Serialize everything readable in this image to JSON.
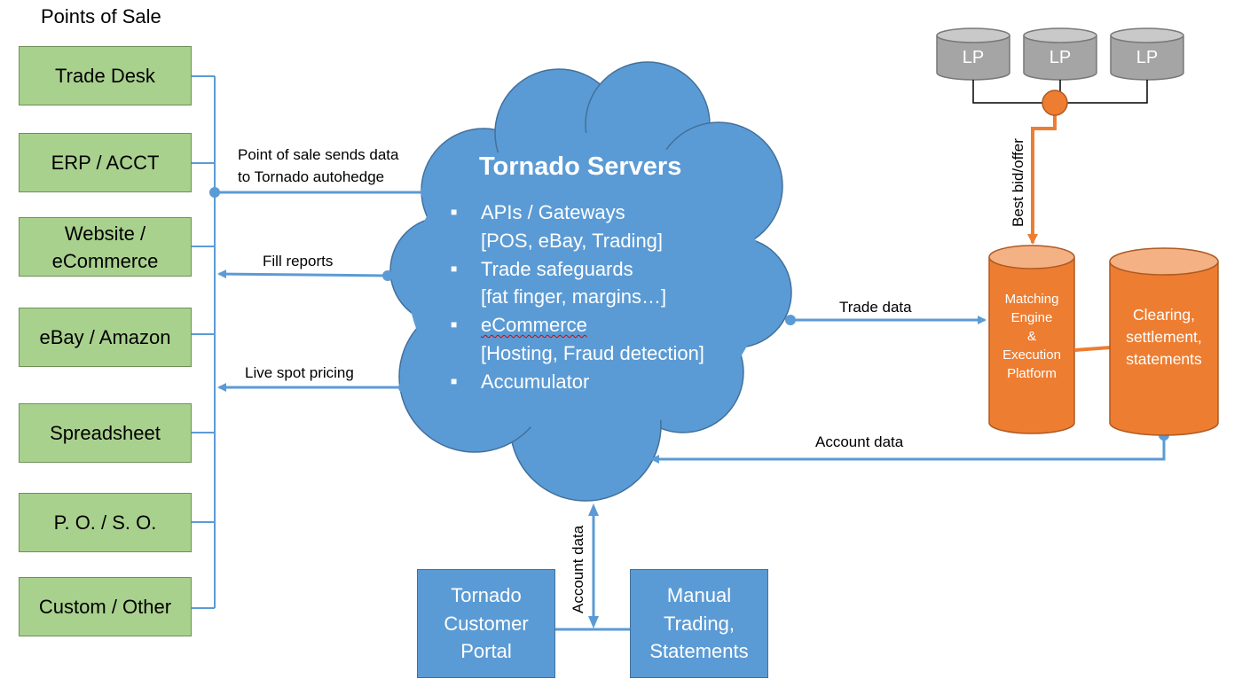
{
  "points_of_sale": {
    "title": "Points of Sale",
    "items": [
      {
        "label": "Trade Desk"
      },
      {
        "label": "ERP / ACCT"
      },
      {
        "label": "Website /\neCommerce"
      },
      {
        "label": "eBay / Amazon"
      },
      {
        "label": "Spreadsheet"
      },
      {
        "label": "P. O. / S. O."
      },
      {
        "label": "Custom / Other"
      }
    ]
  },
  "cloud": {
    "title": "Tornado Servers",
    "bullets": [
      {
        "text": "APIs / Gateways",
        "sub": "[POS, eBay, Trading]"
      },
      {
        "text": "Trade safeguards",
        "sub": "[fat finger, margins…]"
      },
      {
        "text": "eCommerce",
        "sub": "[Hosting, Fraud detection]"
      },
      {
        "text": "Accumulator",
        "sub": ""
      }
    ]
  },
  "arrows": {
    "pos_sends_line1": "Point of sale sends data",
    "pos_sends_line2": "to Tornado autohedge",
    "fill_reports": "Fill reports",
    "live_spot": "Live spot pricing",
    "trade_data": "Trade data",
    "account_data_right": "Account data",
    "account_data_bottom": "Account data",
    "best_bid_offer": "Best bid/offer"
  },
  "liquidity_providers": [
    "LP",
    "LP",
    "LP"
  ],
  "matching_engine": "Matching\nEngine\n&\nExecution\nPlatform",
  "clearing": "Clearing,\nsettlement,\nstatements",
  "portal": "Tornado\nCustomer\nPortal",
  "manual_trading": "Manual\nTrading,\nStatements",
  "colors": {
    "pos_green": "#a9d18e",
    "cloud_blue": "#5b9bd5",
    "engine_orange": "#ed7d31",
    "lp_gray": "#a5a5a5",
    "connector_blue": "#5b9bd5"
  }
}
